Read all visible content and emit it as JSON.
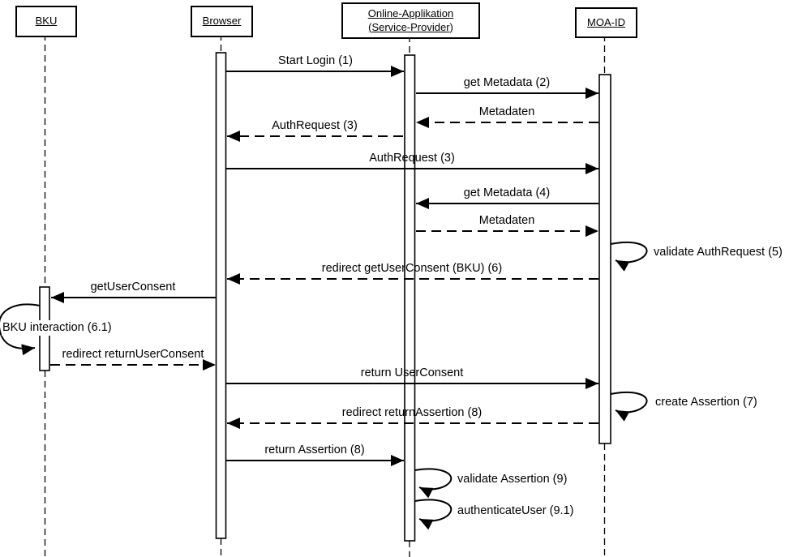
{
  "colors": {
    "background": "#ffffff",
    "stroke": "#000000",
    "text": "#000000"
  },
  "diagram": {
    "type": "uml-sequence",
    "actors": [
      {
        "id": "bku",
        "label": "BKU"
      },
      {
        "id": "browser",
        "label": "Browser"
      },
      {
        "id": "online-applikation",
        "label": "Online-Applikation (Service-Provider)"
      },
      {
        "id": "moa-id",
        "label": "MOA-ID"
      }
    ],
    "messages": [
      {
        "label": "Start Login (1)",
        "from": "browser",
        "to": "online-applikation",
        "line": "solid"
      },
      {
        "label": "get Metadata (2)",
        "from": "online-applikation",
        "to": "moa-id",
        "line": "solid"
      },
      {
        "label": "Metadaten",
        "from": "moa-id",
        "to": "online-applikation",
        "line": "dashed"
      },
      {
        "label": "AuthRequest (3)",
        "from": "online-applikation",
        "to": "browser",
        "line": "dashed"
      },
      {
        "label": "AuthRequest (3)",
        "from": "browser",
        "to": "moa-id",
        "line": "solid"
      },
      {
        "label": "get Metadata (4)",
        "from": "moa-id",
        "to": "online-applikation",
        "line": "solid"
      },
      {
        "label": "Metadaten",
        "from": "online-applikation",
        "to": "moa-id",
        "line": "dashed"
      },
      {
        "label": "validate AuthRequest (5)",
        "from": "moa-id",
        "to": "moa-id",
        "line": "self"
      },
      {
        "label": "redirect getUserConsent (BKU) (6)",
        "from": "moa-id",
        "to": "browser",
        "line": "dashed"
      },
      {
        "label": "getUserConsent",
        "from": "browser",
        "to": "bku",
        "line": "solid"
      },
      {
        "label": "BKU interaction (6.1)",
        "from": "bku",
        "to": "bku",
        "line": "self"
      },
      {
        "label": "redirect returnUserConsent",
        "from": "bku",
        "to": "browser",
        "line": "dashed"
      },
      {
        "label": "return UserConsent",
        "from": "browser",
        "to": "moa-id",
        "line": "solid"
      },
      {
        "label": "create Assertion (7)",
        "from": "moa-id",
        "to": "moa-id",
        "line": "self"
      },
      {
        "label": "redirect returnAssertion (8)",
        "from": "moa-id",
        "to": "browser",
        "line": "dashed"
      },
      {
        "label": "return Assertion (8)",
        "from": "browser",
        "to": "online-applikation",
        "line": "solid"
      },
      {
        "label": "validate Assertion (9)",
        "from": "online-applikation",
        "to": "online-applikation",
        "line": "self"
      },
      {
        "label": "authenticateUser (9.1)",
        "from": "online-applikation",
        "to": "online-applikation",
        "line": "self"
      }
    ]
  }
}
